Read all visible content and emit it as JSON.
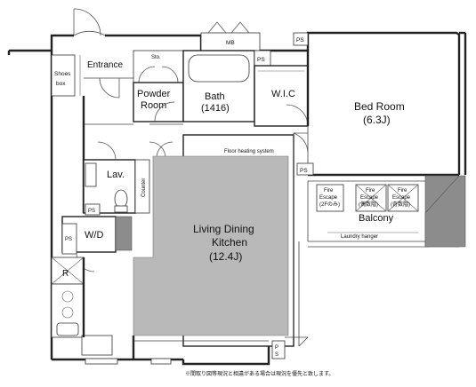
{
  "rooms": {
    "entrance": "Entrance",
    "shoes_box": [
      "Shoes",
      "box"
    ],
    "sto": "Sto.",
    "powder_room": [
      "Powder",
      "Room"
    ],
    "bath": [
      "Bath",
      "(1416)"
    ],
    "wic": "W.I.C",
    "bed_room": [
      "Bed Room",
      "(6.3J)"
    ],
    "lav": "Lav.",
    "counter": "Counter",
    "wd": "W/D",
    "refrigerator": "R",
    "ldk": [
      "Living Dining",
      "Kitchen",
      "(12.4J)"
    ],
    "balcony": "Balcony"
  },
  "labels": {
    "mb": "MB",
    "ps": "PS",
    "floor_heating": "Floor heating system",
    "laundry_hanger": "Laundry hanger",
    "fire_escape_1": [
      "Fire",
      "Escape",
      "(2Fのみ)"
    ],
    "fire_escape_2": [
      "Fire",
      "Escape",
      "(偶数階)"
    ],
    "fire_escape_3": [
      "Fire",
      "Escape",
      "(奇数階)"
    ],
    "note": "※間取り図等現況と相違がある場合は現況を優先と致します。"
  }
}
